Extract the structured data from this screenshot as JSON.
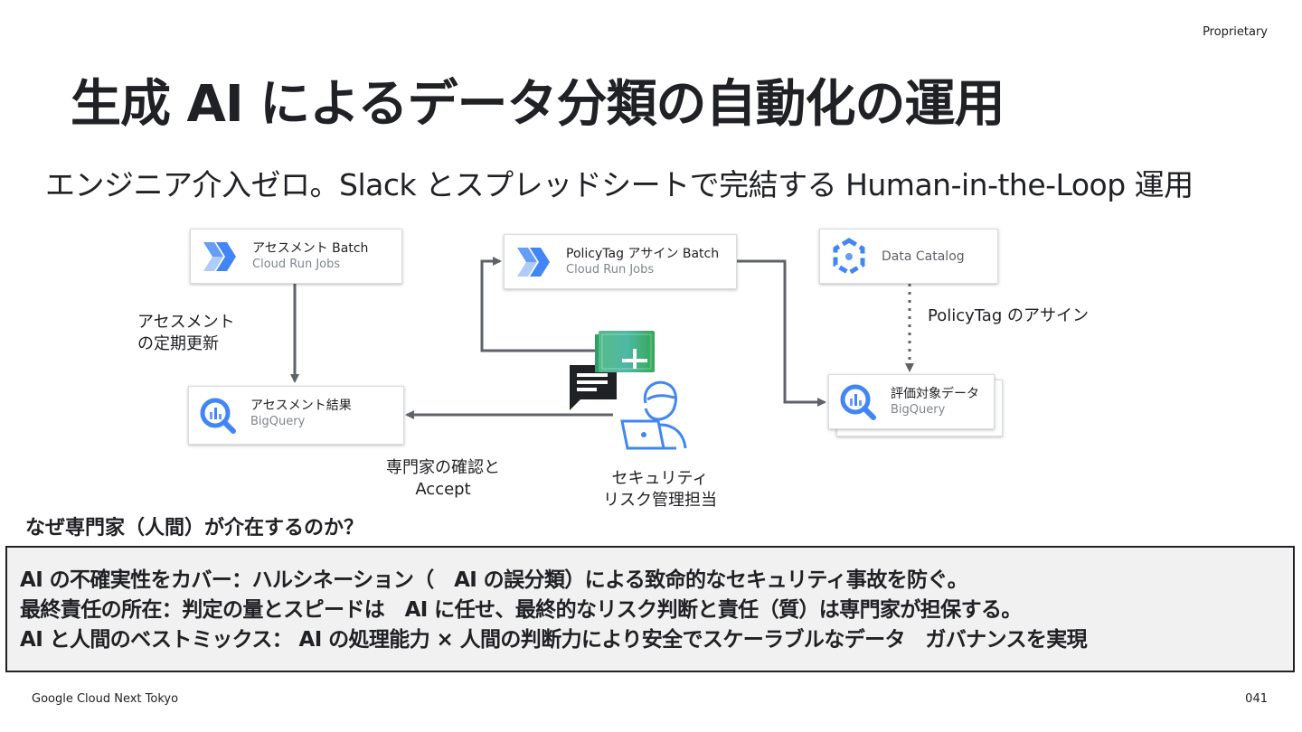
{
  "header": {
    "proprietary": "Proprietary"
  },
  "title": "生成 AI によるデータ分類の自動化の運用",
  "subtitle": "エンジニア介入ゼロ。Slack とスプレッドシートで完結する Human-in-the-Loop 運用",
  "nodes": {
    "assessment_batch": {
      "title": "アセスメント Batch",
      "subtitle": "Cloud Run Jobs",
      "icon": "cloud-run-icon"
    },
    "policytag_batch": {
      "title": "PolicyTag アサイン Batch",
      "subtitle": "Cloud Run Jobs",
      "icon": "cloud-run-icon"
    },
    "data_catalog": {
      "title": "Data Catalog",
      "icon": "data-catalog-icon"
    },
    "assessment_result": {
      "title": "アセスメント結果",
      "subtitle": "BigQuery",
      "icon": "bigquery-icon"
    },
    "target_data": {
      "title": "評価対象データ",
      "subtitle": "BigQuery",
      "icon": "bigquery-icon"
    },
    "security_person": {
      "line1": "セキュリティ",
      "line2": "リスク管理担当",
      "icon": "person-laptop-icon"
    }
  },
  "edge_labels": {
    "periodic_update": {
      "line1": "アセスメント",
      "line2": "の定期更新"
    },
    "expert_review": {
      "line1": "専門家の確認と",
      "line2": "Accept"
    },
    "policytag_assign": "PolicyTag のアサイン"
  },
  "colors": {
    "google_blue": "#4285F4",
    "google_green": "#34A853",
    "chat_icon": "#202124",
    "arrow": "#5f6368",
    "summary_bg": "#f1f1f1"
  },
  "question": "なぜ専門家（人間）が介在するのか？",
  "summary": [
    "AI の不確実性をカバー：ハルシネーション（　AI の誤分類）による致命的なセキュリティ事故を防ぐ。",
    "最終責任の所在：判定の量とスピードは　AI に任せ、最終的なリスク判断と責任（質）は専門家が担保する。",
    "AI と人間のベストミックス：  AI の処理能力 × 人間の判断力により安全でスケーラブルなデータ　ガバナンスを実現"
  ],
  "footer": {
    "event": "Google Cloud Next Tokyo",
    "page": "041"
  }
}
